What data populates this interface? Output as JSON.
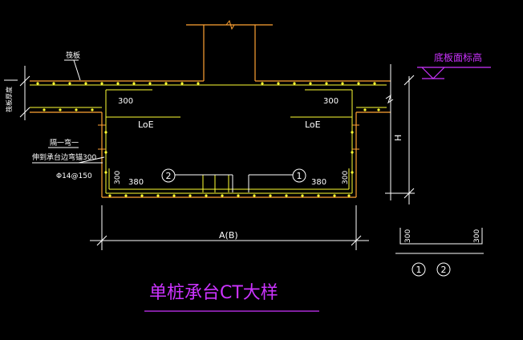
{
  "drawing": {
    "title": "单桩承台CT大样",
    "labels": {
      "top_slab": "筏板",
      "slab_thickness": "筏板厚度",
      "bottom_elev": "底板面标高",
      "h": "H",
      "span": "A(B)",
      "note_line1": "隔一弯一",
      "note_line2": "伸到承台边弯锚300",
      "note_line3": "Φ14@150",
      "dim_300": "300",
      "dim_380": "380",
      "loe": "LoE",
      "marker_1": "1",
      "marker_2": "2"
    },
    "colors": {
      "background": "#000000",
      "rebar": "#ffff33",
      "concrete": "#ffa233",
      "dimension": "#ffffff",
      "annotation": "#cc33ff",
      "leader": "#33ff33"
    }
  }
}
